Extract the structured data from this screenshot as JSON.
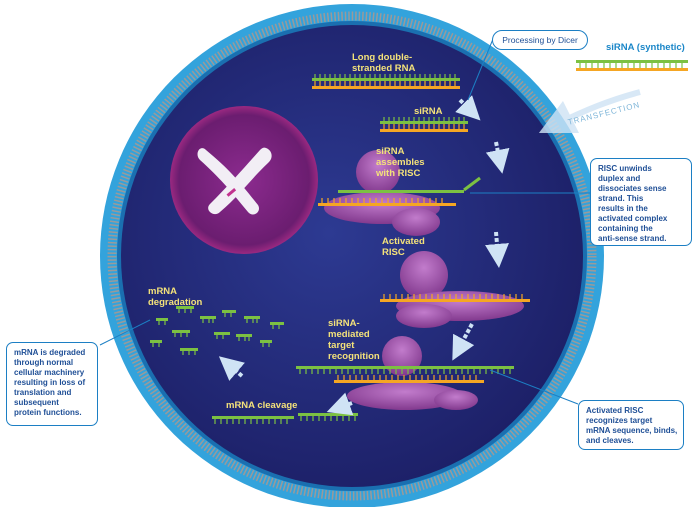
{
  "labels": {
    "long_dsrna": "Long double-\nstranded RNA",
    "sirna": "siRNA",
    "sirna_assembles": "siRNA\nassembles\nwith RISC",
    "activated_risc": "Activated\nRISC",
    "target_recognition": "siRNA-\nmediated\ntarget\nrecognition",
    "mrna_degradation": "mRNA\ndegradation",
    "mrna_cleavage": "mRNA cleavage",
    "sirna_synthetic": "siRNA (synthetic)",
    "transfection": "TRANSFECTION",
    "processing_by_dicer": "Processing by Dicer"
  },
  "callouts": {
    "risc_unwinds": "RISC unwinds\nduplex and\ndissociates sense\nstrand. This\nresults in the\nactivated complex\ncontaining the\nanti-sense strand.",
    "activated_risc_binds": "Activated RISC\nrecognizes target\nmRNA sequence, binds,\nand cleaves.",
    "mrna_degraded": "mRNA is degraded\nthrough normal\ncellular machinery\nresulting in loss of\ntranslation and\nsubsequent\nprotein functions."
  },
  "colors": {
    "cell_interior": "#232a78",
    "membrane": "#33a3dc",
    "nucleus": "#7a1f7e",
    "nucleus_rim": "#c2338f",
    "chromosome": "#f2eef5",
    "strand_green": "#7cc142",
    "strand_orange": "#f5a623",
    "risc_purple": "#9b4fa8",
    "callout_text": "#1f4f96",
    "label_yellow": "#f4e27a"
  },
  "icons": [
    "chromosome-icon",
    "risc-complex-icon",
    "arrow-icon"
  ]
}
